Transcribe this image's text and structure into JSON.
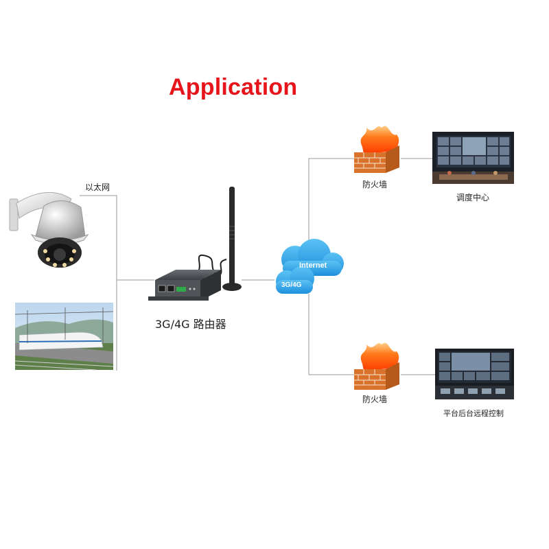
{
  "title": "Application",
  "nodes": {
    "ethernet_label": "以太网",
    "router_label": "3G/4G 路由器",
    "cloud_internet": "Internet",
    "cloud_network": "3G/4G",
    "firewall_top": "防火墙",
    "firewall_bottom": "防火墙",
    "dispatch_center": "调度中心",
    "remote_control": "平台后台远程控制"
  },
  "colors": {
    "title": "#e8141b",
    "line": "#9a9a9a",
    "cloud": "#2e9fe6",
    "brick": "#e07a2a",
    "flame": "#f04a10"
  },
  "icons": [
    "ptz-camera-icon",
    "train-photo",
    "router-icon",
    "antenna-icon",
    "cloud-icon",
    "firewall-icon",
    "monitor-wall-icon"
  ]
}
